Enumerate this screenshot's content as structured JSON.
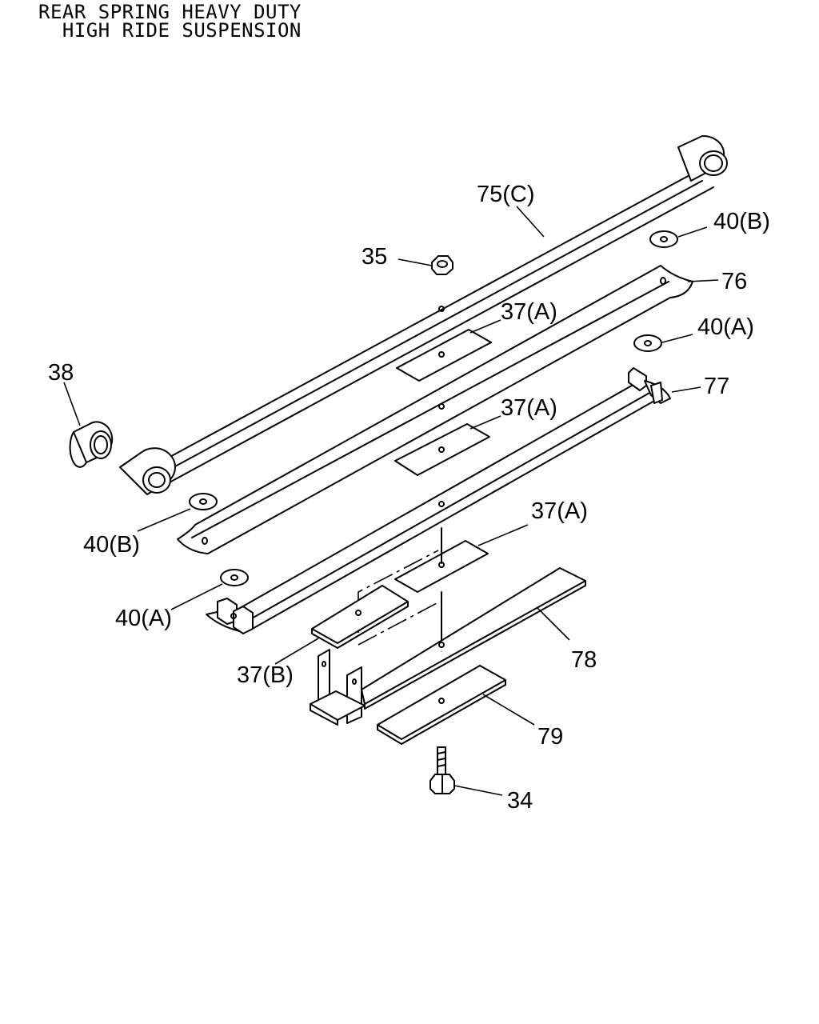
{
  "title": {
    "line1": "REAR SPRING HEAVY DUTY",
    "line2": "  HIGH RIDE SUSPENSION"
  },
  "callouts": {
    "c75C": "75(C)",
    "c40B_top": "40(B)",
    "c35": "35",
    "c76": "76",
    "c37A_1": "37(A)",
    "c40A_top": "40(A)",
    "c38": "38",
    "c77": "77",
    "c37A_2": "37(A)",
    "c37A_3": "37(A)",
    "c40B_left": "40(B)",
    "c40A_left": "40(A)",
    "c78": "78",
    "c37B": "37(B)",
    "c79": "79",
    "c34": "34"
  }
}
